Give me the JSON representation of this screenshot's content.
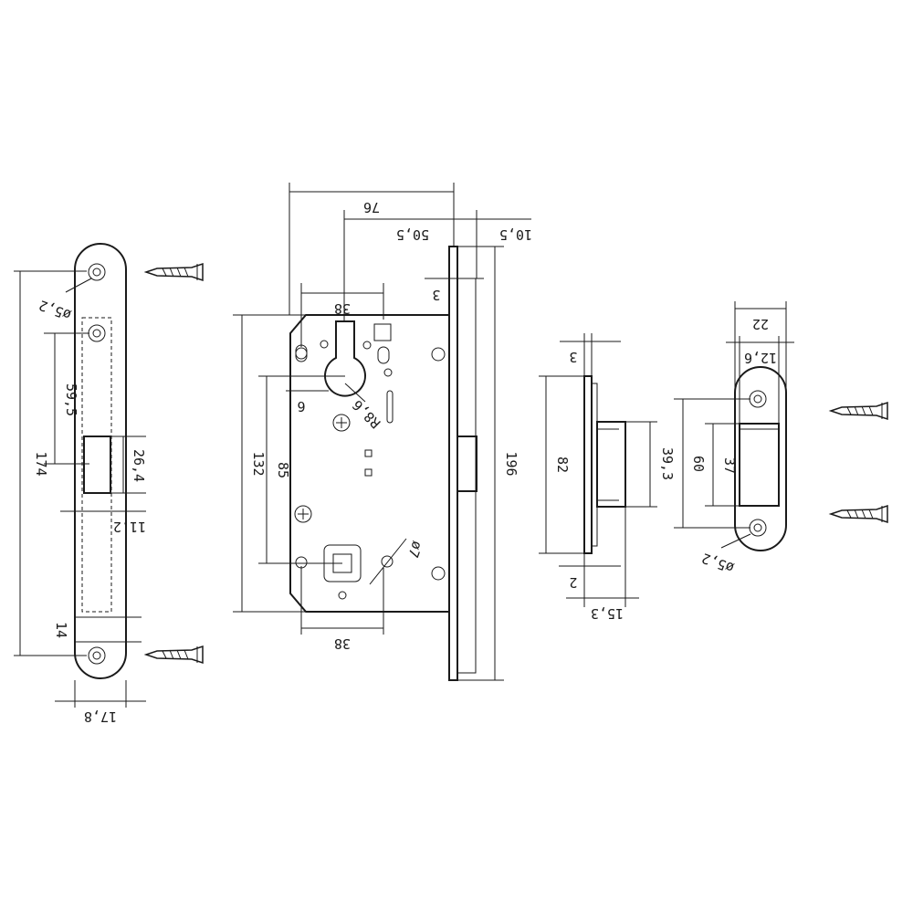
{
  "dimensions": {
    "strike_long": {
      "screw_hole": "ø5,2",
      "hole_spacing": "59,5",
      "latch_slot": "26,4",
      "total_height": "174",
      "offset": "11,2",
      "bottom_margin": "14",
      "width": "17,8"
    },
    "lock_body": {
      "overall_width": "76",
      "backset": "50,5",
      "faceplate_offset": "10,5",
      "cylinder_spacing_top": "38",
      "faceplate_thickness": "3",
      "small_offset": "6",
      "cylinder_radius": "R8,6",
      "body_height": "132",
      "center_distance": "85",
      "spindle_diameter": "ø7",
      "cylinder_spacing_bottom": "38",
      "faceplate_height": "196"
    },
    "latch_keep": {
      "thickness": "3",
      "height": "82",
      "pocket_height": "39,3",
      "flange": "2",
      "depth": "15,3"
    },
    "strike_short": {
      "width": "22",
      "inner_width": "12,6",
      "hole_spacing": "60",
      "slot": "37",
      "screw_hole": "ø5,2"
    }
  }
}
